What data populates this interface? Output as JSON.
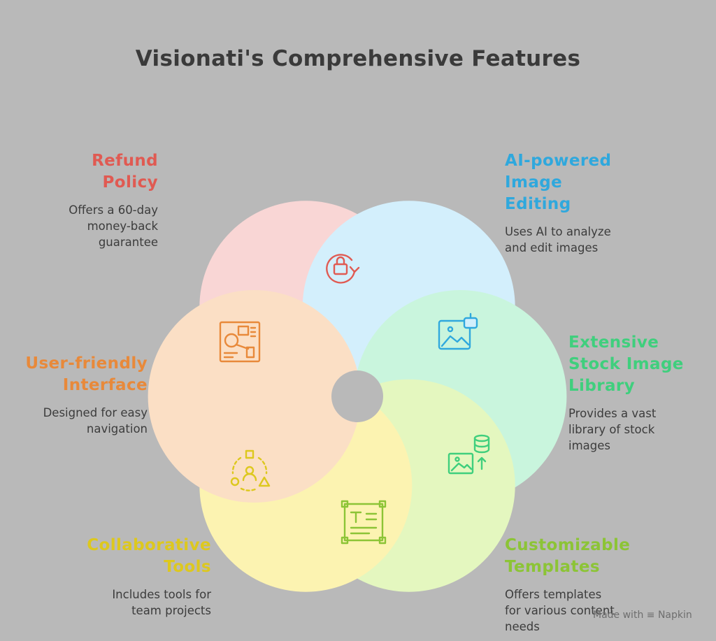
{
  "title": "Visionati's Comprehensive Features",
  "features": [
    {
      "title_lines": [
        "Refund",
        "Policy"
      ],
      "description_lines": [
        "Offers a 60-day",
        "money-back",
        "guarantee"
      ],
      "color": "#e05a52",
      "fill": "#f9d6d5",
      "icon": "lock-refresh-icon"
    },
    {
      "title_lines": [
        "AI-powered",
        "Image",
        "Editing"
      ],
      "description_lines": [
        "Uses AI to analyze",
        "and edit images"
      ],
      "color": "#2fa8dd",
      "fill": "#d3effc",
      "icon": "ai-image-icon"
    },
    {
      "title_lines": [
        "Extensive",
        "Stock Image",
        "Library"
      ],
      "description_lines": [
        "Provides a vast",
        "library of stock",
        "images"
      ],
      "color": "#3fcf7d",
      "fill": "#c9f5dd",
      "icon": "image-database-icon"
    },
    {
      "title_lines": [
        "Customizable",
        "Templates"
      ],
      "description_lines": [
        "Offers templates",
        "for various content",
        "needs"
      ],
      "color": "#8cc436",
      "fill": "#e4f7bf",
      "icon": "template-text-icon"
    },
    {
      "title_lines": [
        "Collaborative",
        "Tools"
      ],
      "description_lines": [
        "Includes tools for",
        "team projects"
      ],
      "color": "#ddc81e",
      "fill": "#fcf3b1",
      "icon": "collaboration-shapes-icon"
    },
    {
      "title_lines": [
        "User-friendly",
        "Interface"
      ],
      "description_lines": [
        "Designed for easy",
        "navigation"
      ],
      "color": "#e8893a",
      "fill": "#fbdfc5",
      "icon": "interface-layout-icon"
    }
  ],
  "watermark": {
    "prefix": "Made with",
    "brand": "Napkin"
  }
}
